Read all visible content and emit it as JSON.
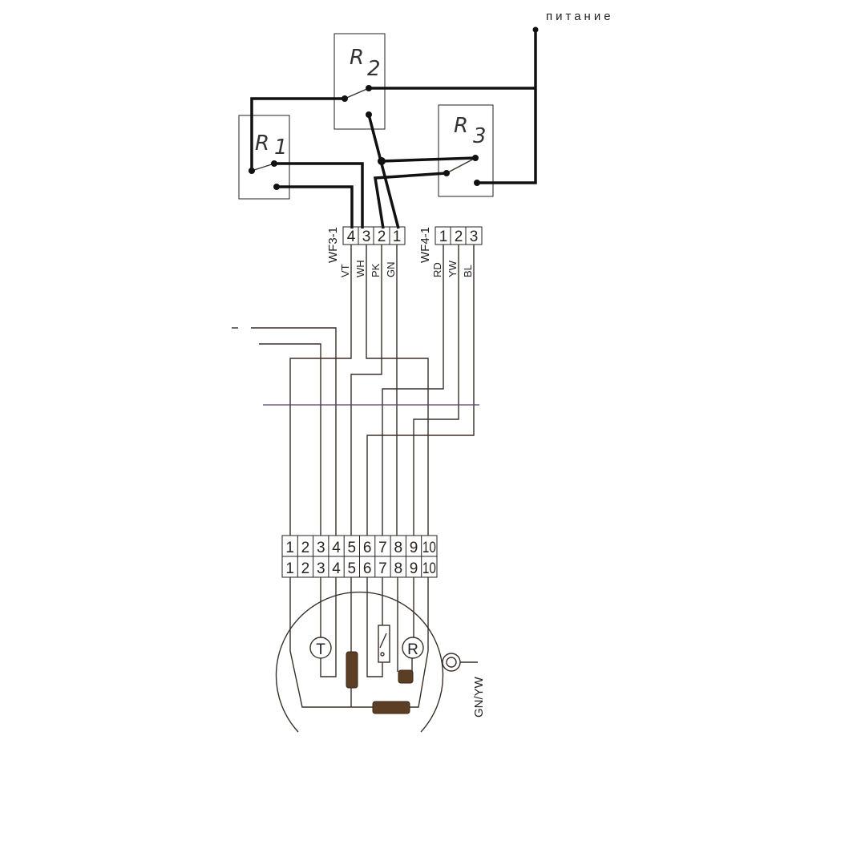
{
  "power_label": "питание",
  "relays": [
    {
      "name": "R",
      "index": "1"
    },
    {
      "name": "R",
      "index": "2"
    },
    {
      "name": "R",
      "index": "3"
    }
  ],
  "connector_wf3": {
    "label": "WF3-1",
    "pins": [
      "4",
      "3",
      "2",
      "1"
    ],
    "wires": [
      "VT",
      "WH",
      "PK",
      "GN"
    ]
  },
  "connector_wf4": {
    "label": "WF4-1",
    "pins": [
      "1",
      "2",
      "3"
    ],
    "wires": [
      "RD",
      "YW",
      "BL"
    ]
  },
  "terminal_block": {
    "top_row": [
      "1",
      "2",
      "3",
      "4",
      "5",
      "6",
      "7",
      "8",
      "9",
      "10"
    ],
    "bottom_row": [
      "1",
      "2",
      "3",
      "4",
      "5",
      "6",
      "7",
      "8",
      "9",
      "10"
    ]
  },
  "components": {
    "thermostat": "T",
    "regulator": "R"
  },
  "ground_label": "GN/YW",
  "colors": {
    "wire": "#3a2f28",
    "resistor": "#5b3e24",
    "divider": "#5a3a6a"
  }
}
